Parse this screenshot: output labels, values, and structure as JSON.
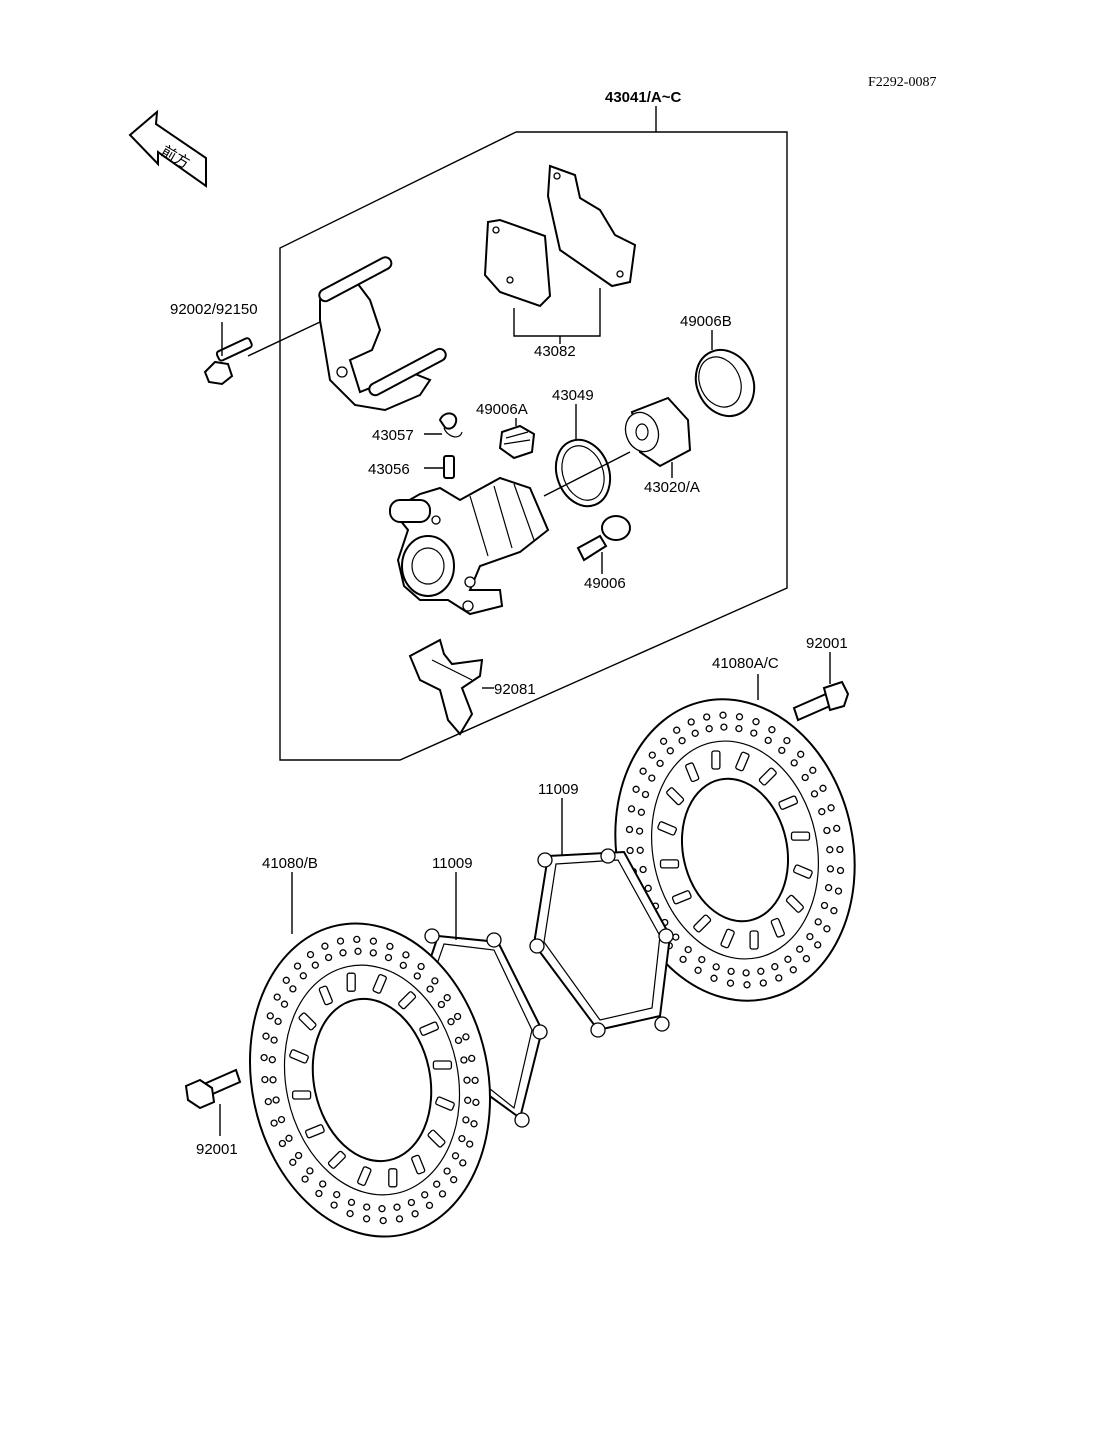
{
  "diagram_code": "F2292-0087",
  "direction_label": "前方",
  "colors": {
    "ink": "#000000",
    "paper": "#ffffff"
  },
  "labels": {
    "caliper_assy": "43041/A~C",
    "bolt_top": "92002/92150",
    "pads": "43082",
    "seal_b": "49006B",
    "boot_a": "49006A",
    "piston_seal": "43049",
    "cap": "43057",
    "bleeder": "43056",
    "piston": "43020/A",
    "pin": "49006",
    "spring": "92081",
    "bolt_right": "92001",
    "disc_right": "41080A/C",
    "shim_right": "11009",
    "disc_left": "41080/B",
    "shim_left": "11009",
    "bolt_left": "92001"
  }
}
